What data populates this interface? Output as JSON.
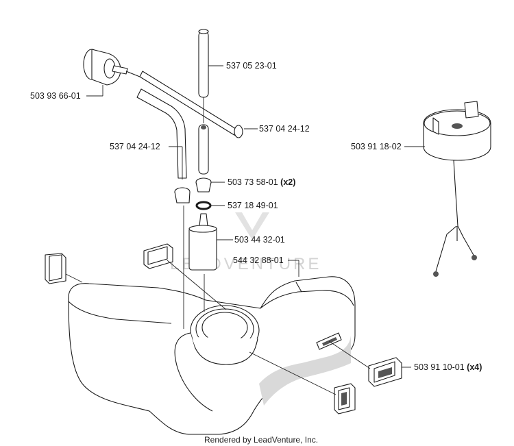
{
  "parts": [
    {
      "id": "p1",
      "number": "537 05 23-01",
      "qty": ""
    },
    {
      "id": "p2",
      "number": "503 93 66-01",
      "qty": ""
    },
    {
      "id": "p3",
      "number": "537 04 24-12",
      "qty": ""
    },
    {
      "id": "p4",
      "number": "537 04 24-12",
      "qty": ""
    },
    {
      "id": "p5",
      "number": "503 91 18-02",
      "qty": ""
    },
    {
      "id": "p6",
      "number": "503 73 58-01",
      "qty": "(x2)"
    },
    {
      "id": "p7",
      "number": "537 18 49-01",
      "qty": ""
    },
    {
      "id": "p8",
      "number": "503 44 32-01",
      "qty": ""
    },
    {
      "id": "p9",
      "number": "544 32 88-01",
      "qty": ""
    },
    {
      "id": "p10",
      "number": "503 91 10-01",
      "qty": "(x4)"
    }
  ],
  "watermark": "LEADVENTURE",
  "footer": "Rendered by LeadVenture, Inc."
}
